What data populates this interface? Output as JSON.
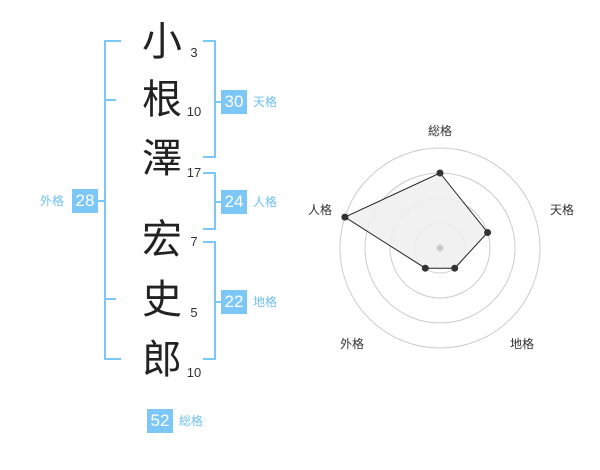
{
  "name": {
    "chars": [
      {
        "char": "小",
        "strokes": "3"
      },
      {
        "char": "根",
        "strokes": "10"
      },
      {
        "char": "澤",
        "strokes": "17"
      },
      {
        "char": "宏",
        "strokes": "7"
      },
      {
        "char": "史",
        "strokes": "5"
      },
      {
        "char": "郎",
        "strokes": "10"
      }
    ]
  },
  "kakusu": {
    "tenkaku": {
      "value": "30",
      "label": "天格"
    },
    "jinkaku": {
      "value": "24",
      "label": "人格"
    },
    "chikaku": {
      "value": "22",
      "label": "地格"
    },
    "gaikaku": {
      "value": "28",
      "label": "外格"
    },
    "soukaku": {
      "value": "52",
      "label": "総格"
    }
  },
  "chart_data": {
    "type": "radar",
    "axes": [
      "総格",
      "天格",
      "地格",
      "外格",
      "人格"
    ],
    "levels": 4,
    "values": [
      3,
      2,
      1,
      1,
      4
    ],
    "max": 4
  },
  "colors": {
    "accent": "#7cc7f5",
    "accent_text": "#6ec0f0",
    "radar_fill": "#efefef",
    "radar_line": "#222222",
    "grid": "#cccccc"
  }
}
